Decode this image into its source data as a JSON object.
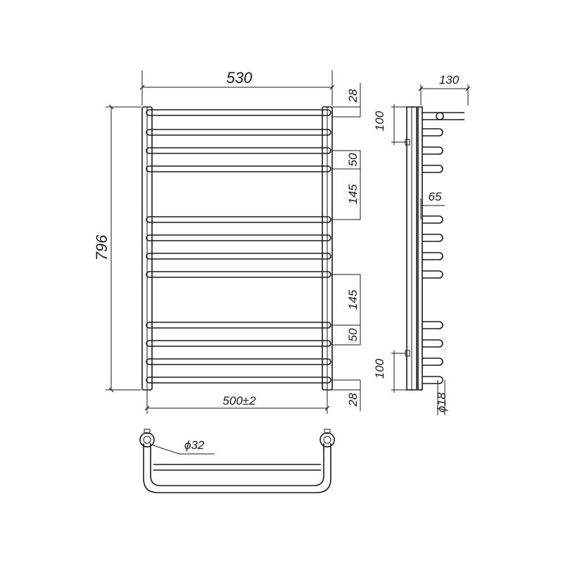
{
  "front_view": {
    "overall_width": "530",
    "overall_height": "796",
    "center_distance": "500±2",
    "top_offset": "28",
    "bottom_offset": "28",
    "section_gap_top": "50",
    "section_gap_upper": "145",
    "section_gap_lower": "145",
    "section_gap_bottom": "50"
  },
  "side_view": {
    "depth": "130",
    "bracket_top": "100",
    "bracket_bottom": "100",
    "bar_offset": "65",
    "pipe_diameter": "ϕ18"
  },
  "top_view": {
    "riser_diameter": "ϕ32"
  }
}
